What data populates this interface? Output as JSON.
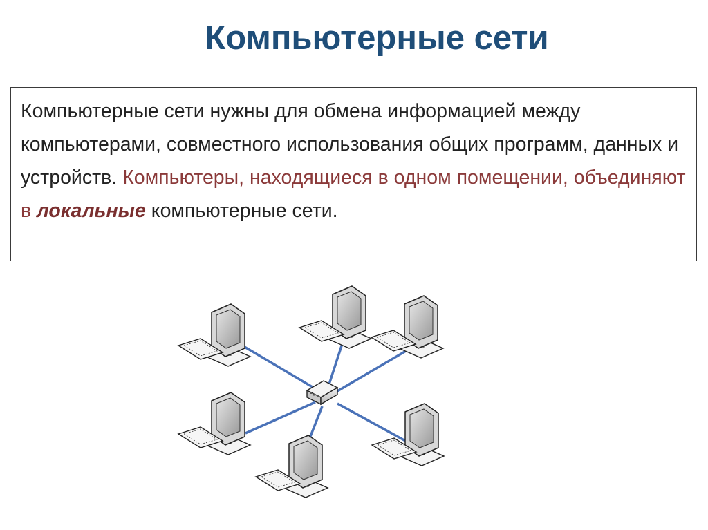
{
  "slide": {
    "title": "Компьютерные сети",
    "paragraph": {
      "intro": " Компьютерные сети нужны для обмена информацией между компьютерами, совместного использования общих программ, данных и устройств. ",
      "highlight": "Компьютеры, находящиеся в одном помещении, объединяют в ",
      "emphasis": "локальные",
      "tail": " компьютерные сети."
    }
  },
  "diagram": {
    "type": "star-network",
    "hub_icon": "network-switch-icon",
    "node_icon": "desktop-computer-icon",
    "node_count": 6,
    "colors": {
      "link": "#4a72b8",
      "title": "#1f4e79",
      "highlight": "#8b3a3a"
    }
  }
}
